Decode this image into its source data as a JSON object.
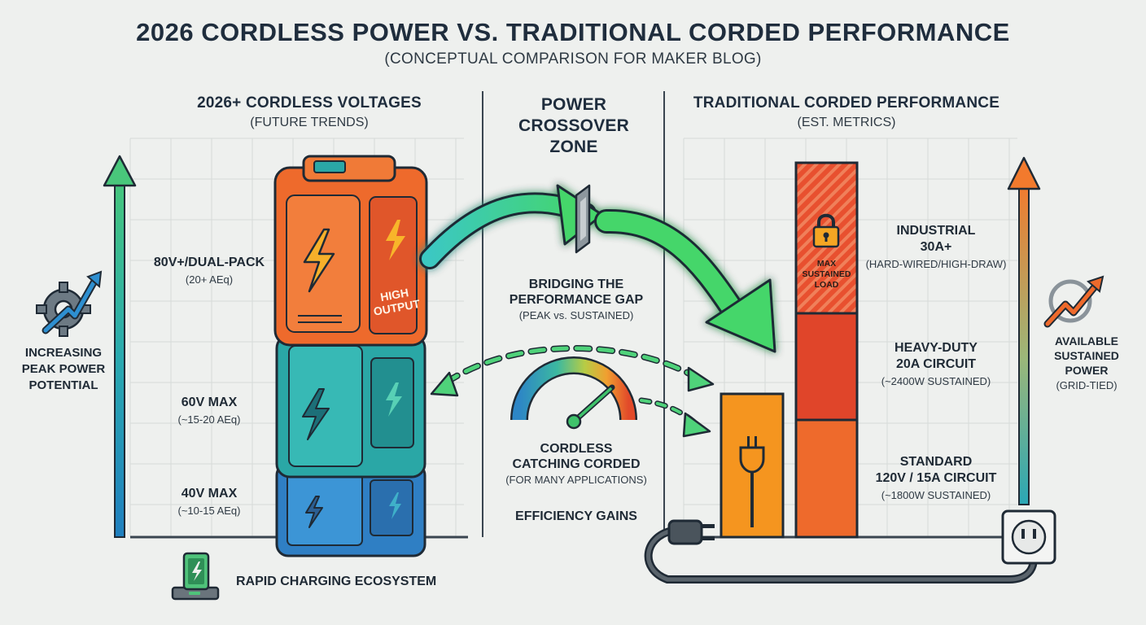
{
  "header": {
    "title": "2026 CORDLESS POWER VS. TRADITIONAL CORDED PERFORMANCE",
    "subtitle": "(CONCEPTUAL COMPARISON FOR MAKER BLOG)"
  },
  "left": {
    "title": "2026+ CORDLESS VOLTAGES",
    "subtitle": "(FUTURE TRENDS)",
    "axis_label": [
      "INCREASING",
      "PEAK POWER",
      "POTENTIAL"
    ],
    "tiers": [
      {
        "main": "80V+/DUAL-PACK",
        "sub": "(20+ AEq)"
      },
      {
        "main": "60V MAX",
        "sub": "(~15-20 AEq)"
      },
      {
        "main": "40V MAX",
        "sub": "(~10-15 AEq)"
      }
    ],
    "battery_badge": [
      "HIGH",
      "OUTPUT"
    ],
    "charging_label": "RAPID CHARGING ECOSYSTEM"
  },
  "middle": {
    "title": [
      "POWER",
      "CROSSOVER",
      "ZONE"
    ],
    "gap_main": [
      "BRIDGING THE",
      "PERFORMANCE GAP"
    ],
    "gap_sub": "(PEAK vs. SUSTAINED)",
    "catch_main": [
      "CORDLESS",
      "CATCHING CORDED"
    ],
    "catch_sub": "(FOR MANY APPLICATIONS)",
    "efficiency": "EFFICIENCY GAINS"
  },
  "right": {
    "title": "TRADITIONAL CORDED PERFORMANCE",
    "subtitle": "(EST. METRICS)",
    "locked_label": [
      "MAX",
      "SUSTAINED",
      "LOAD"
    ],
    "tiers": [
      {
        "main": [
          "INDUSTRIAL",
          "30A+"
        ],
        "sub": "(HARD-WIRED/HIGH-DRAW)"
      },
      {
        "main": [
          "HEAVY-DUTY",
          "20A CIRCUIT"
        ],
        "sub": "(~2400W SUSTAINED)"
      },
      {
        "main": [
          "STANDARD",
          "120V / 15A CIRCUIT"
        ],
        "sub": "(~1800W SUSTAINED)"
      }
    ],
    "axis_label": [
      "AVAILABLE",
      "SUSTAINED",
      "POWER"
    ],
    "axis_sub": "(GRID-TIED)"
  },
  "colors": {
    "accent_green": "#3ed16b",
    "orange": "#ee6a2c",
    "red": "#e0452a",
    "teal": "#2aa7a6",
    "blue": "#2f7fc4",
    "bar_orange": "#f5951f"
  },
  "icons": [
    "gear-arrow-icon",
    "lightning-icon",
    "padlock-icon",
    "gauge-icon",
    "plug-icon",
    "outlet-icon",
    "charger-icon",
    "trend-arrow-icon"
  ]
}
